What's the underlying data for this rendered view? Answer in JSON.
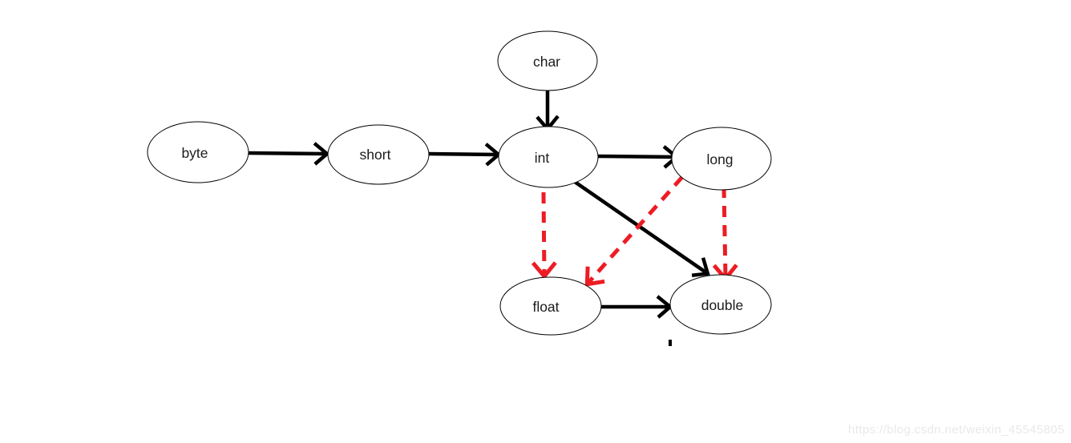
{
  "diagram": {
    "description": "Java primitive type automatic widening conversion diagram (hand-drawn)",
    "nodes": [
      {
        "id": "byte",
        "label": "byte"
      },
      {
        "id": "short",
        "label": "short"
      },
      {
        "id": "char",
        "label": "char"
      },
      {
        "id": "int",
        "label": "int"
      },
      {
        "id": "long",
        "label": "long"
      },
      {
        "id": "float",
        "label": "float"
      },
      {
        "id": "double",
        "label": "double"
      }
    ],
    "edges": [
      {
        "from": "byte",
        "to": "short",
        "style": "solid",
        "color": "black"
      },
      {
        "from": "short",
        "to": "int",
        "style": "solid",
        "color": "black"
      },
      {
        "from": "char",
        "to": "int",
        "style": "solid",
        "color": "black"
      },
      {
        "from": "int",
        "to": "long",
        "style": "solid",
        "color": "black"
      },
      {
        "from": "int",
        "to": "double",
        "style": "solid",
        "color": "black"
      },
      {
        "from": "float",
        "to": "double",
        "style": "solid",
        "color": "black"
      },
      {
        "from": "int",
        "to": "float",
        "style": "dashed",
        "color": "red"
      },
      {
        "from": "long",
        "to": "float",
        "style": "dashed",
        "color": "red"
      },
      {
        "from": "long",
        "to": "double",
        "style": "dashed",
        "color": "red"
      }
    ]
  },
  "colors": {
    "background": "#ffffff",
    "solid_line": "#000000",
    "dashed_line": "#ed1c24",
    "node_outline": "#000000",
    "node_text": "#1b1b1b",
    "watermark_text": "#e9e9e9"
  },
  "watermark": {
    "text": "https://blog.csdn.net/weixin_45545805"
  }
}
